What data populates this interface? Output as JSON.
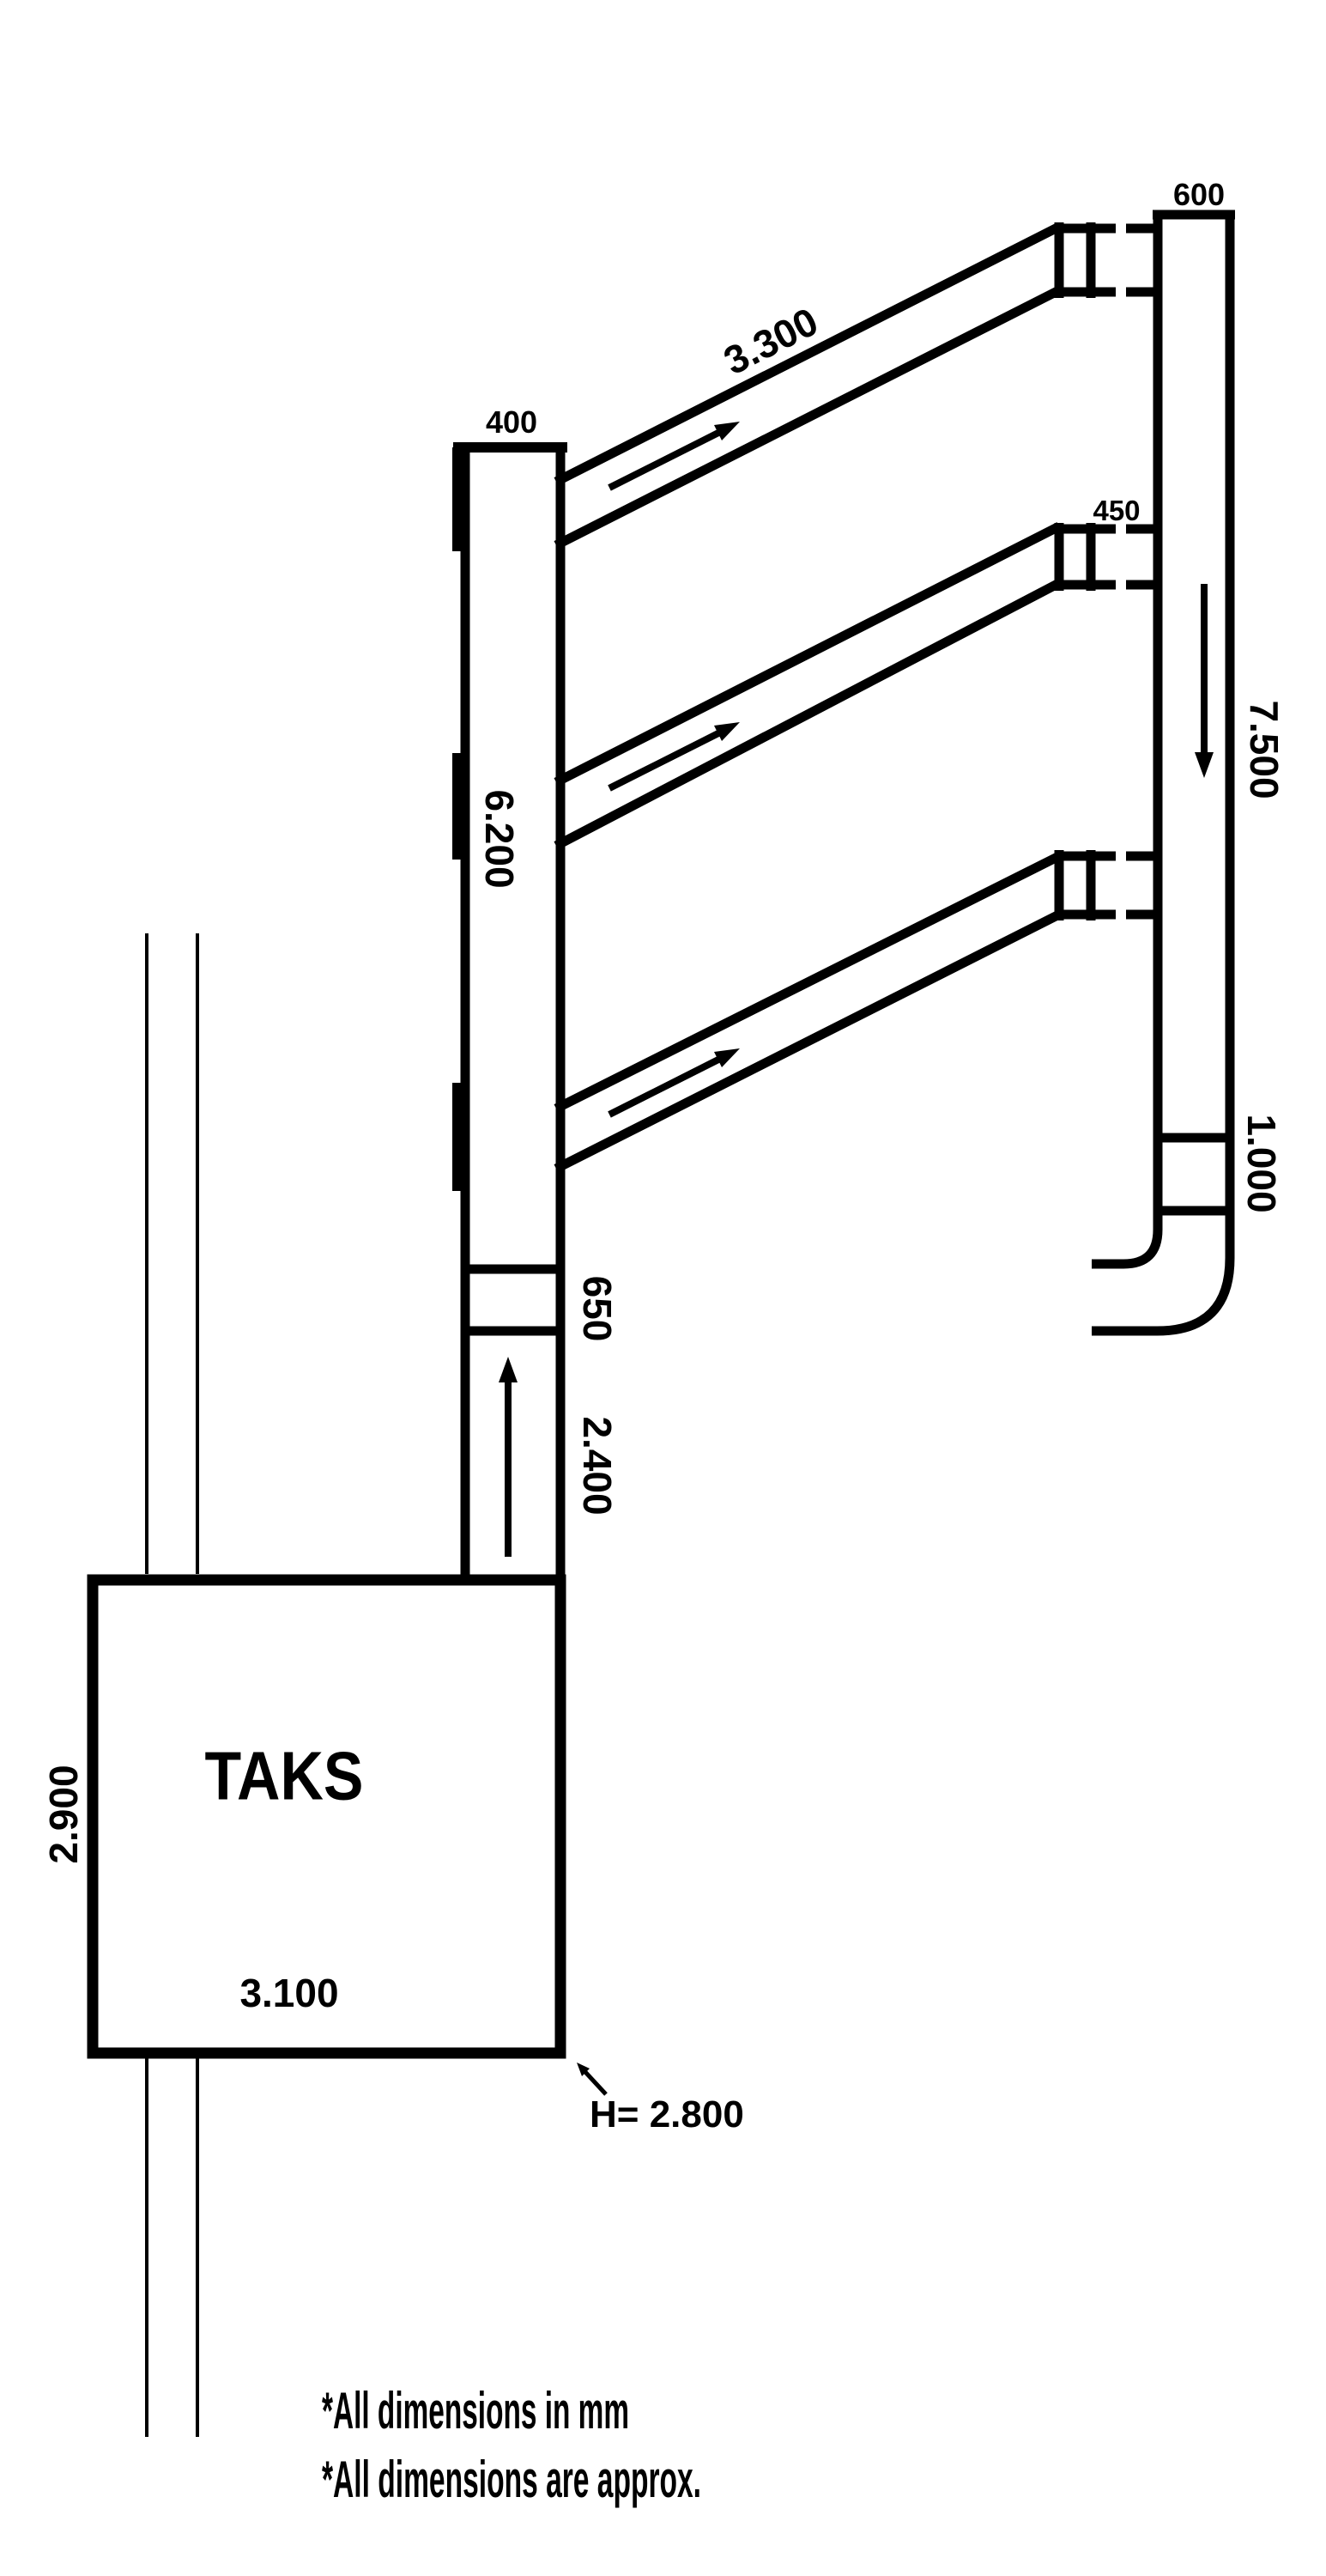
{
  "page": {
    "background_color": "#ffffff",
    "line_color": "#000000"
  },
  "box": {
    "label": "TAKS"
  },
  "dimensions": {
    "riser_width_top": "400",
    "riser_main_height": "6.200",
    "riser_transition": "650",
    "riser_lower_height": "2.400",
    "branch_length": "3.300",
    "branch_connector_width": "450",
    "drop_width_top": "600",
    "drop_main_height": "7.500",
    "drop_lower_segment": "1.000",
    "box_height": "2.900",
    "box_width": "3.100",
    "box_clearance": "H= 2.800"
  },
  "notes": {
    "line1": "*All dimensions in mm",
    "line2": "*All dimensions are approx."
  }
}
